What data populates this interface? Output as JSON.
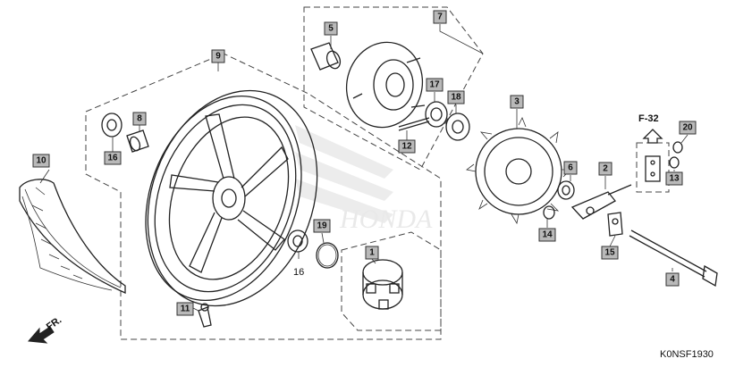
{
  "callouts": [
    {
      "id": "c1",
      "label": "1"
    },
    {
      "id": "c2",
      "label": "2"
    },
    {
      "id": "c3",
      "label": "3"
    },
    {
      "id": "c4",
      "label": "4"
    },
    {
      "id": "c5",
      "label": "5"
    },
    {
      "id": "c6",
      "label": "6"
    },
    {
      "id": "c7",
      "label": "7"
    },
    {
      "id": "c8",
      "label": "8"
    },
    {
      "id": "c9",
      "label": "9"
    },
    {
      "id": "c10",
      "label": "10"
    },
    {
      "id": "c11",
      "label": "11"
    },
    {
      "id": "c12",
      "label": "12"
    },
    {
      "id": "c13",
      "label": "13"
    },
    {
      "id": "c14",
      "label": "14"
    },
    {
      "id": "c15",
      "label": "15"
    },
    {
      "id": "c16",
      "label": "16"
    },
    {
      "id": "c17",
      "label": "17"
    },
    {
      "id": "c18",
      "label": "18"
    },
    {
      "id": "c19",
      "label": "19"
    },
    {
      "id": "c20",
      "label": "20"
    }
  ],
  "plain_labels": {
    "bearing_16": "16",
    "ref_f32": "F-32",
    "front_indicator": "FR.",
    "drawing_code": "K0NSF1930"
  },
  "watermark_icon": "wing-logo-icon"
}
